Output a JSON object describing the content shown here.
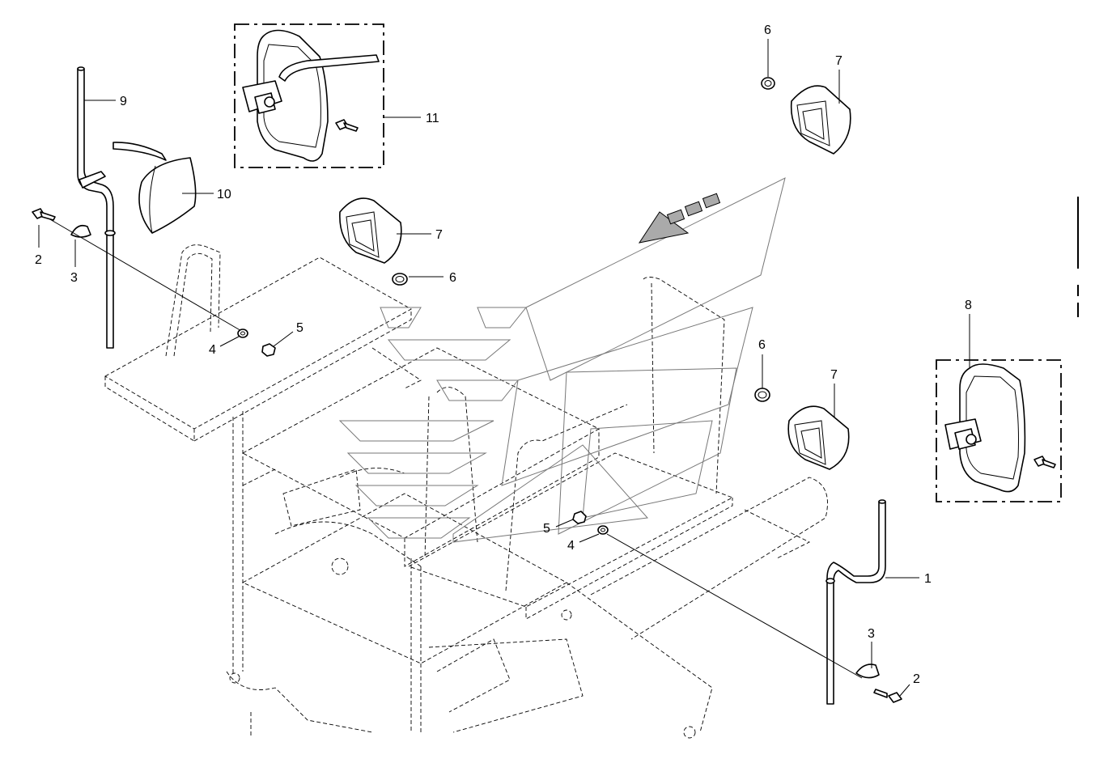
{
  "callouts": {
    "c1": "1",
    "c2a": "2",
    "c2b": "2",
    "c3a": "3",
    "c3b": "3",
    "c4a": "4",
    "c4b": "4",
    "c5a": "5",
    "c5b": "5",
    "c6a": "6",
    "c6b": "6",
    "c6c": "6",
    "c7a": "7",
    "c7b": "7",
    "c7c": "7",
    "c8": "8",
    "c9": "9",
    "c10": "10",
    "c11": "11"
  }
}
